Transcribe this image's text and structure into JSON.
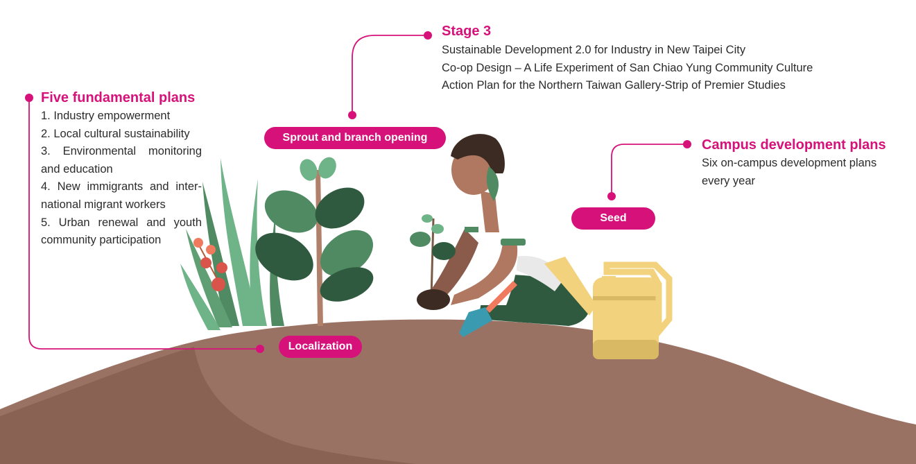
{
  "stage3": {
    "title": "Stage 3",
    "items": [
      "Sustainable Development 2.0 for Industry in New Taipei City",
      "Co-op Design – A Life Experiment of San Chiao Yung Community Culture",
      "Action Plan for the Northern Taiwan Gallery-Strip of Premier Studies"
    ]
  },
  "fundamental": {
    "title": "Five fundamental plans",
    "items": [
      "1. Industry empowerment",
      "2. Local cultural sustainability",
      "3. Environmental monitoring and education",
      "4. New immigrants and inter­national migrant workers",
      "5. Urban renewal and youth community participation"
    ]
  },
  "campus": {
    "title": "Campus development plans",
    "description": "Six on-campus development plans every year"
  },
  "labels": {
    "sprout": "Sprout and branch opening",
    "seed": "Seed",
    "localization": "Localization"
  },
  "colors": {
    "accent": "#d6127a",
    "soil": "#9a7264",
    "soil_shadow": "#8a6254",
    "leaf_dark": "#2f5a3f",
    "leaf_mid": "#4f8a62",
    "leaf_light": "#6fb488",
    "can": "#f3d27d"
  }
}
